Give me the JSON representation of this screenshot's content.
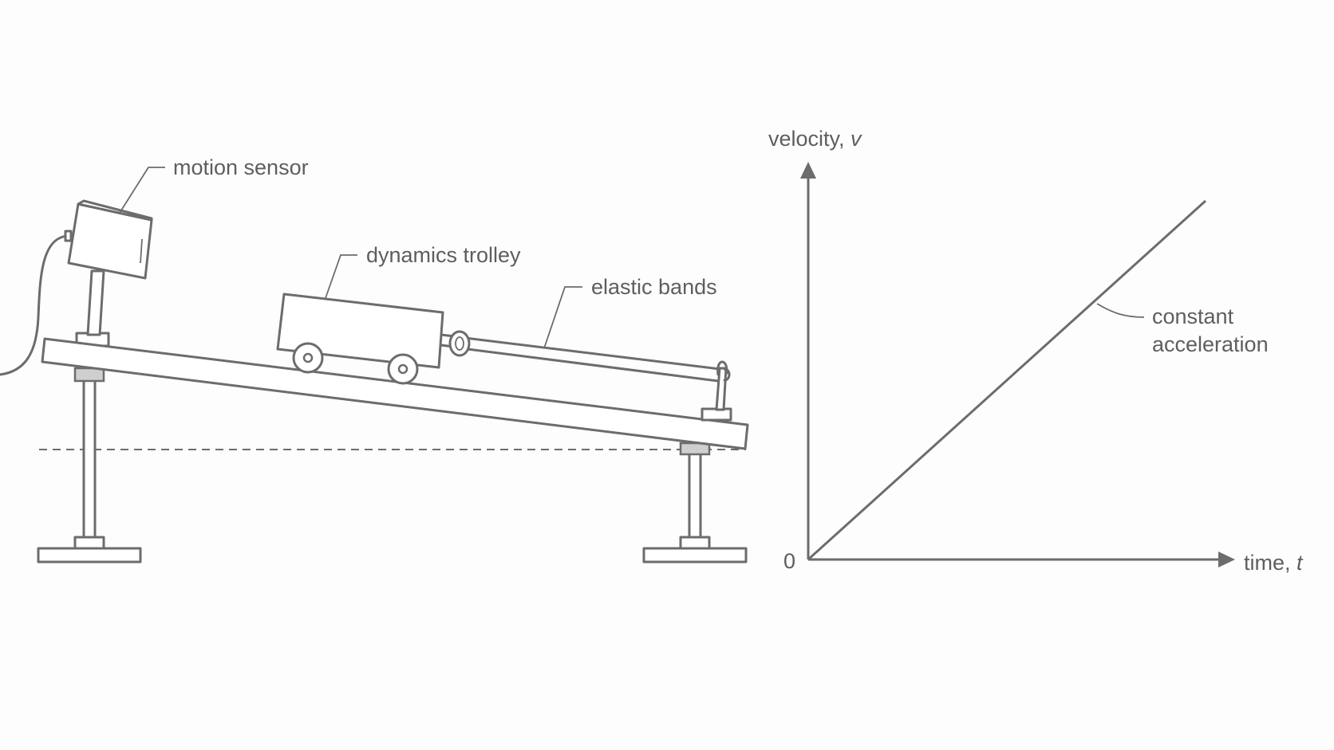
{
  "apparatus": {
    "labels": {
      "motion_sensor": "motion sensor",
      "dynamics_trolley": "dynamics trolley",
      "elastic_bands": "elastic bands"
    }
  },
  "graph": {
    "y_axis_label": "velocity, ",
    "y_axis_symbol": "v",
    "x_axis_label": "time, ",
    "x_axis_symbol": "t",
    "origin_label": "0",
    "annotation_line1": "constant",
    "annotation_line2": "acceleration"
  },
  "chart_data": {
    "type": "line",
    "xlabel": "time, t",
    "ylabel": "velocity, v",
    "series": [
      {
        "x": [
          0,
          1
        ],
        "y": [
          0,
          1
        ]
      }
    ],
    "annotations": [
      "constant acceleration"
    ]
  }
}
